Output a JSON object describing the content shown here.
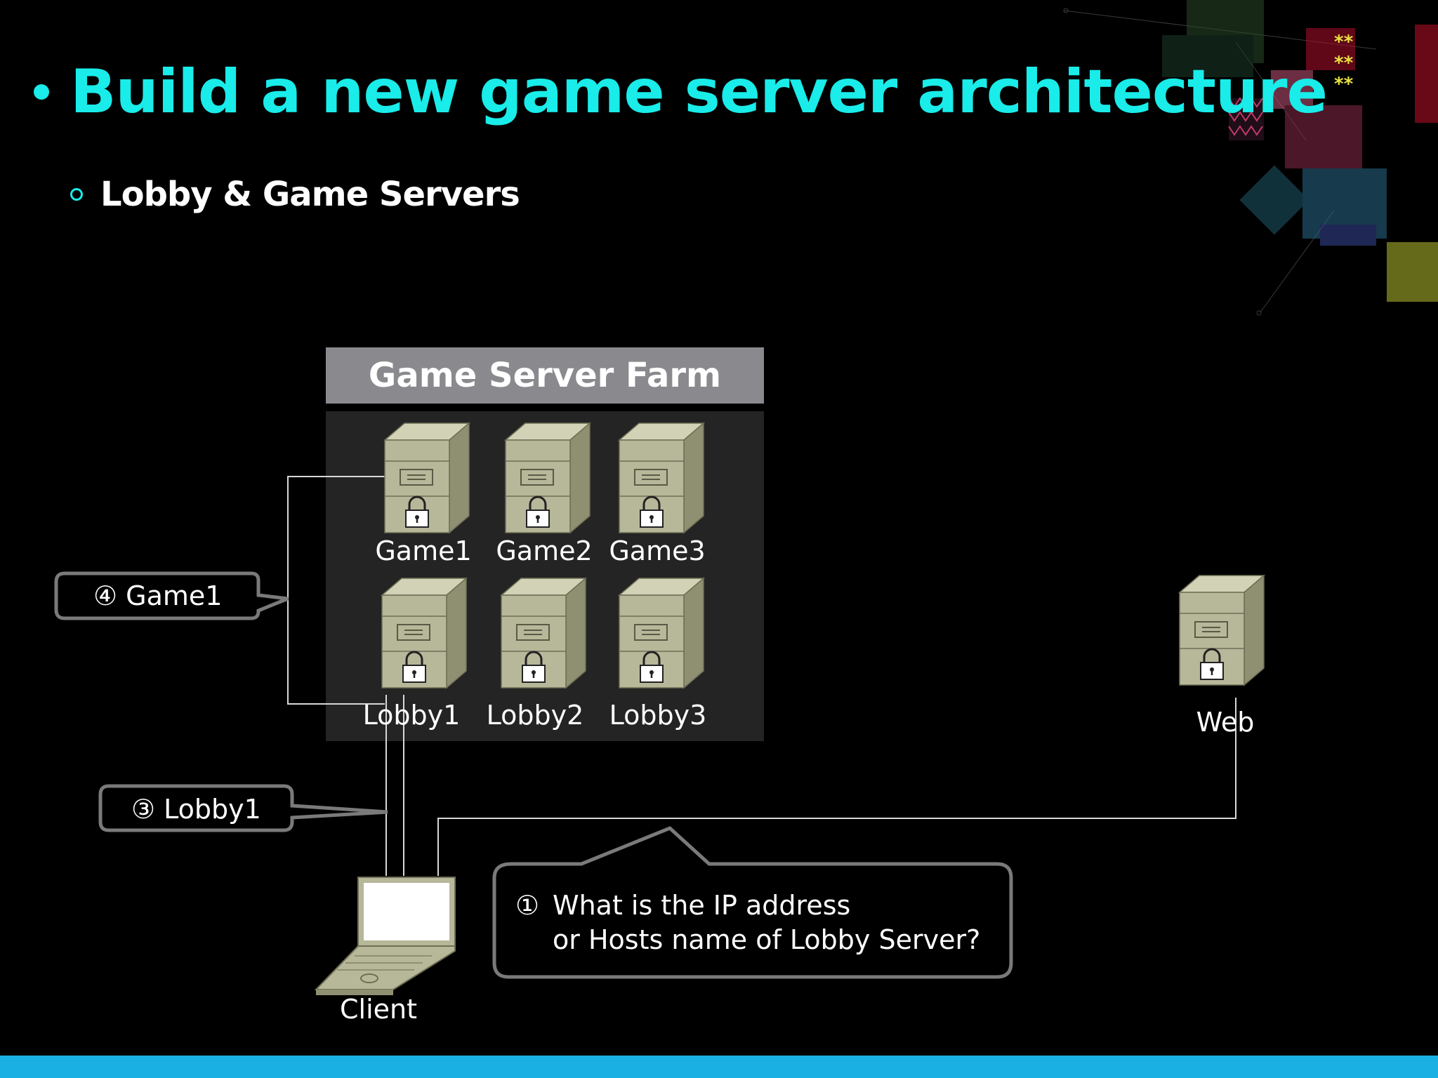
{
  "slide": {
    "title": "Build a new game server architecture",
    "subtitle": "Lobby & Game Servers"
  },
  "farm": {
    "header": "Game Server Farm",
    "servers": [
      {
        "label": "Game1"
      },
      {
        "label": "Game2"
      },
      {
        "label": "Game3"
      },
      {
        "label": "Lobby1"
      },
      {
        "label": "Lobby2"
      },
      {
        "label": "Lobby3"
      }
    ]
  },
  "web": {
    "label": "Web"
  },
  "client": {
    "label": "Client"
  },
  "callouts": {
    "step1_num": "①",
    "step1_line1": "What is the IP address",
    "step1_line2": "or Hosts name of Lobby Server?",
    "step3": "③ Lobby1",
    "step4": "④ Game1"
  },
  "colors": {
    "title": "#19ece9",
    "bottom_bar": "#1ab0e4",
    "farm_header": "#8a8a8e",
    "server_front": "#b7b79a",
    "server_side": "#8f8f72"
  }
}
